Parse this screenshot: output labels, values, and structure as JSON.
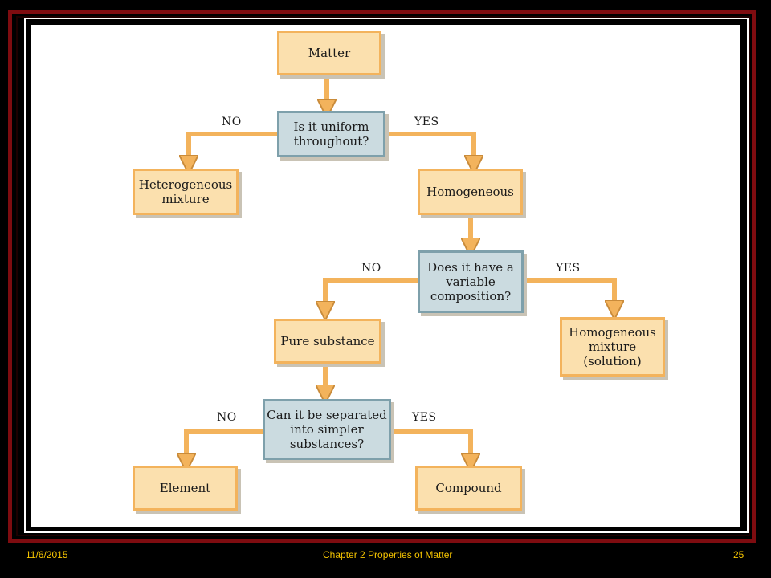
{
  "nodes": {
    "matter": "Matter",
    "uniform_question": "Is it uniform\nthroughout?",
    "heterogeneous_mixture": "Heterogeneous\nmixture",
    "homogeneous": "Homogeneous",
    "variable_question": "Does it have a\nvariable\ncomposition?",
    "pure_substance": "Pure substance",
    "homogeneous_mixture": "Homogeneous\nmixture\n(solution)",
    "separate_question": "Can it be separated\ninto simpler\nsubstances?",
    "element": "Element",
    "compound": "Compound"
  },
  "edge_labels": {
    "no": "NO",
    "yes": "YES"
  },
  "colors": {
    "frame": "#7e0c10",
    "answer_box_fill": "#fbe0ae",
    "answer_box_border": "#f3b35c",
    "question_box_fill": "#cbdbe0",
    "question_box_border": "#7ea0ab",
    "arrow": "#f3b35c",
    "footer_text": "#f5c400"
  },
  "footer": {
    "date": "11/6/2015",
    "title": "Chapter 2 Properties of Matter",
    "page": "25"
  }
}
